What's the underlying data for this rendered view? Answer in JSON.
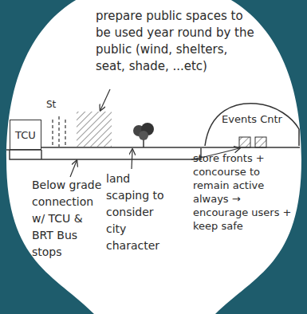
{
  "diagram": {
    "nodes": [
      {
        "text": [
          "TCU"
        ]
      },
      {
        "text": [
          "Events Cntr"
        ]
      }
    ],
    "labels": [
      "prepare public spaces to be used year round by the public (wind, shelters, seat, shade, ...etc)",
      "St",
      "Below grade connection w/ TCU & BRT Bus stops",
      "land scaping to consider city character",
      "store fronts + concourse to remain active always → encourage users + keep safe"
    ]
  }
}
